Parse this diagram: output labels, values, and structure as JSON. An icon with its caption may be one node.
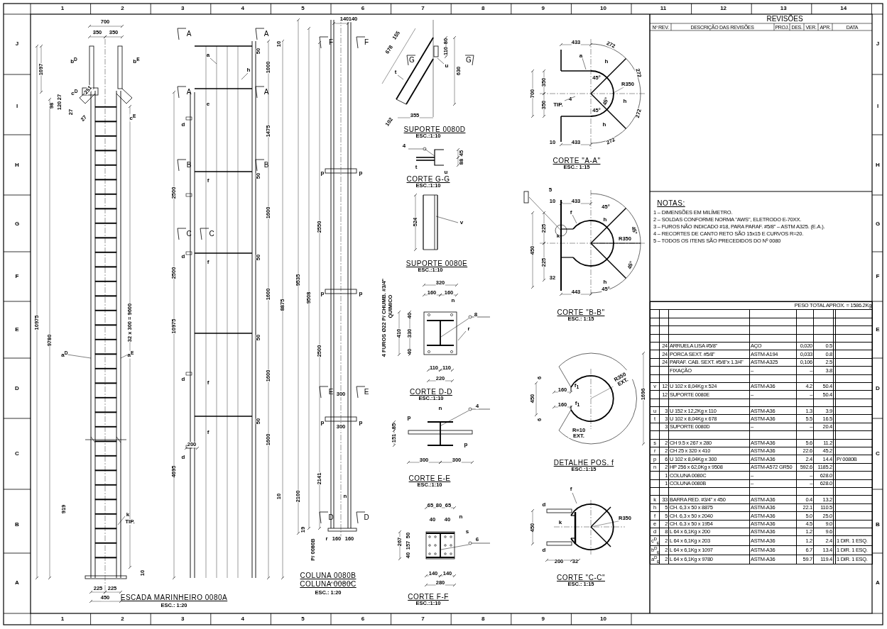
{
  "diagram": {
    "labels": [
      "1",
      "2",
      "3",
      "4",
      "5",
      "6",
      "7",
      "8",
      "9",
      "10",
      "11",
      "12",
      "13",
      "14",
      "J",
      "I",
      "H",
      "G",
      "F",
      "E",
      "D",
      "C",
      "B",
      "A",
      "J",
      "I",
      "H",
      "G",
      "F",
      "E",
      "D",
      "C",
      "B",
      "A",
      "1",
      "2",
      "3",
      "4",
      "5",
      "6",
      "7",
      "8",
      "9",
      "10",
      "ESCADA MARINHEIRO 0080A",
      "ESC.: 1:20",
      "COLUNA 0080B",
      "COLUNA 0080C",
      "ESC.: 1:20",
      "SUPORTE 0080D",
      "ESC.:1:10",
      "CORTE G-G",
      "ESC.:1:10",
      "SUPORTE 0080E",
      "ESC.:1:10",
      "CORTE D-D",
      "ESC.:1:10",
      "CORTE E-E",
      "ESC.:1:10",
      "CORTE F-F",
      "ESC.:1:10",
      "CORTE \"A-A\"",
      "ESC.: 1:15",
      "CORTE \"B-B\"",
      "ESC.: 1:15",
      "DETALHE POS. f",
      "ESC.:1:15",
      "CORTE \"C-C\"",
      "ESC.: 1:15",
      "700",
      "350",
      "350",
      "1097",
      "251",
      "27",
      "98",
      "120",
      "27",
      "27",
      "b$^{D}$",
      "b$^{E}$",
      "c$^{D}$",
      "c$^{E}$",
      "10975",
      "9780",
      "a$^{D}$",
      "a$^{E}$",
      "32 x 300 = 9600",
      "919",
      "k",
      "TIP.",
      "10",
      "225",
      "225",
      "450",
      "A",
      "A",
      "A",
      "A",
      "B",
      "B",
      "C",
      "C",
      "1000",
      "1475",
      "1600",
      "1600",
      "1600",
      "1600",
      "8875",
      "10",
      "10",
      "10975",
      "2500",
      "2500",
      "4695",
      "200",
      "a",
      "h",
      "e",
      "d",
      "f",
      "d",
      "f",
      "d",
      "f",
      "f",
      "d",
      "50",
      "50",
      "50",
      "50",
      "50",
      "F",
      "F",
      "E",
      "E",
      "D",
      "D",
      "140",
      "140",
      "9535",
      "9508",
      "2550",
      "2500",
      "2141",
      "2100",
      "300",
      "300",
      "p",
      "p",
      "p",
      "p",
      "p",
      "p",
      "n",
      "r",
      "19",
      "P/ 0080B",
      "160",
      "160",
      "G",
      "G",
      "678",
      "155",
      "80",
      "110",
      "630",
      "t",
      "u",
      "355",
      "102",
      "4",
      "45",
      "88",
      "t",
      "u",
      "524",
      "v",
      "320",
      "160",
      "160",
      "n",
      "8",
      "r",
      "40",
      "410",
      "330",
      "40",
      "4 FUROS Ø22 P/ CHUMB. #3/4\"",
      "QUIMICO",
      "110",
      "110",
      "220",
      "p",
      "n",
      "4",
      "85",
      "151",
      "p",
      "300",
      "300",
      "65",
      "80",
      "65",
      "40",
      "40",
      "n",
      "s",
      "6",
      "50",
      "157",
      "267",
      "40",
      "140",
      "140",
      "280",
      "433",
      "272",
      "272",
      "272",
      "272",
      "a",
      "h",
      "45°",
      "R350",
      "h",
      "45°",
      "45°",
      "h",
      "700",
      "350",
      "350",
      "TIP.",
      "4",
      "10",
      "433",
      "5",
      "10",
      "433",
      "45°",
      "f",
      "h",
      "45°",
      "k",
      "R350",
      "225",
      "450",
      "225",
      "45°",
      "32",
      "h",
      "443",
      "45°",
      "6",
      "160",
      "f$_{1}$",
      "R350 EXT.",
      "450",
      "1696",
      "160",
      "f$_{1}$",
      "6",
      "R=10 EXT.",
      "f",
      "d",
      "k",
      "450",
      "R350",
      "d",
      "200",
      "32",
      "REVISÕES",
      "Nº REV.",
      "DESCRIÇÃO DAS REVISÕES",
      "PROJ.",
      "DES.",
      "VER.",
      "APR.",
      "DATA",
      "NOTAS:",
      "1 – DIMENSÕES EM MILÍMETRO.",
      "2 – SOLDAS CONFORME NORMA \"AWS\", ELETRODO E-70XX.",
      "3 – FUROS NÃO INDICADO #18, PARA PARAF. #5/8\" – ASTM A325. (E.A.).",
      "4 – RECORTES DE CANTO RETO SÃO 15x15 E CURVOS R=20.",
      "5 – TODOS OS ITENS SÃO PRECEDIDOS DO Nº 0080",
      "PESO TOTAL APROX. = 1586.2Kg",
      "24",
      "ARRUELA LISA #5/8\"",
      "AÇO",
      "0,020",
      "0.5",
      "24",
      "PORCA SEXT. #5/8\"",
      "ASTM-A194",
      "0,033",
      "0.8",
      "24",
      "PARAF. CAB. SEXT. #5/8\"x 1.3/4\"",
      "ASTM-A325",
      "0,106",
      "2.5",
      "FIXAÇÃO",
      "–",
      "–",
      "3.8",
      "v",
      "12",
      "U 102 x 8,04Kg x 524",
      "ASTM-A36",
      "4.2",
      "50.4",
      "12",
      "SUPORTE 0080E",
      "–",
      "–",
      "50.4",
      "u",
      "3",
      "U 152 x 12,2Kg x 110",
      "ASTM-A36",
      "1.3",
      "3.9",
      "t",
      "3",
      "U 102 x 8,04Kg x 678",
      "ASTM-A36",
      "5.5",
      "16.5",
      "3",
      "SUPORTE 0080D",
      "–",
      "–",
      "20.4",
      "s",
      "2",
      "CH 9.5 x 267 x 280",
      "ASTM-A36",
      "5.6",
      "11.2",
      "r",
      "2",
      "CH 25 x 320 x 410",
      "ASTM-A36",
      "22.6",
      "45.2",
      "p",
      "6",
      "U 102 x 8,04Kg x 300",
      "ASTM-A36",
      "2.4",
      "14.4",
      "P/ 0080B",
      "n",
      "2",
      "HP 256 x 62,0Kg x 9508",
      "ASTM-A572 GR50",
      "592.6",
      "1185.2",
      "1",
      "COLUNA 0080C",
      "–",
      "–",
      "628.0",
      "1",
      "COLUNA 0080B",
      "–",
      "–",
      "628.0",
      "k",
      "33",
      "BARRA RED. #3/4\" x 450",
      "ASTM-A36",
      "0.4",
      "13.2",
      "h",
      "5",
      "CH. 6,3 x 50 x 8875",
      "ASTM-A36",
      "22.1",
      "110.5",
      "f",
      "5",
      "CH. 6,3 x 50 x 2040",
      "ASTM-A36",
      "5.0",
      "25.0",
      "e",
      "2",
      "CH. 6,3 x 50 x 1954",
      "ASTM-A36",
      "4.5",
      "9.0",
      "d",
      "8",
      "L 64 x 6,1Kg x 200",
      "ASTM-A36",
      "1.2",
      "9.6",
      "c$^{D}$$_{E}$",
      "2",
      "L 64 x 6,1Kg x 203",
      "ASTM-A36",
      "1.2",
      "2.4",
      "1 DIR. 1 ESQ.",
      "b$^{D}$$_{E}$",
      "2",
      "L 64 x 6,1Kg x 1097",
      "ASTM-A36",
      "6.7",
      "13.4",
      "1 DIR. 1 ESQ.",
      "a$^{D}$$_{E}$",
      "2",
      "L 64 x 6,1Kg x 9780",
      "ASTM-A36",
      "59.7",
      "119.4",
      "1 DIR. 1 ESQ."
    ]
  }
}
